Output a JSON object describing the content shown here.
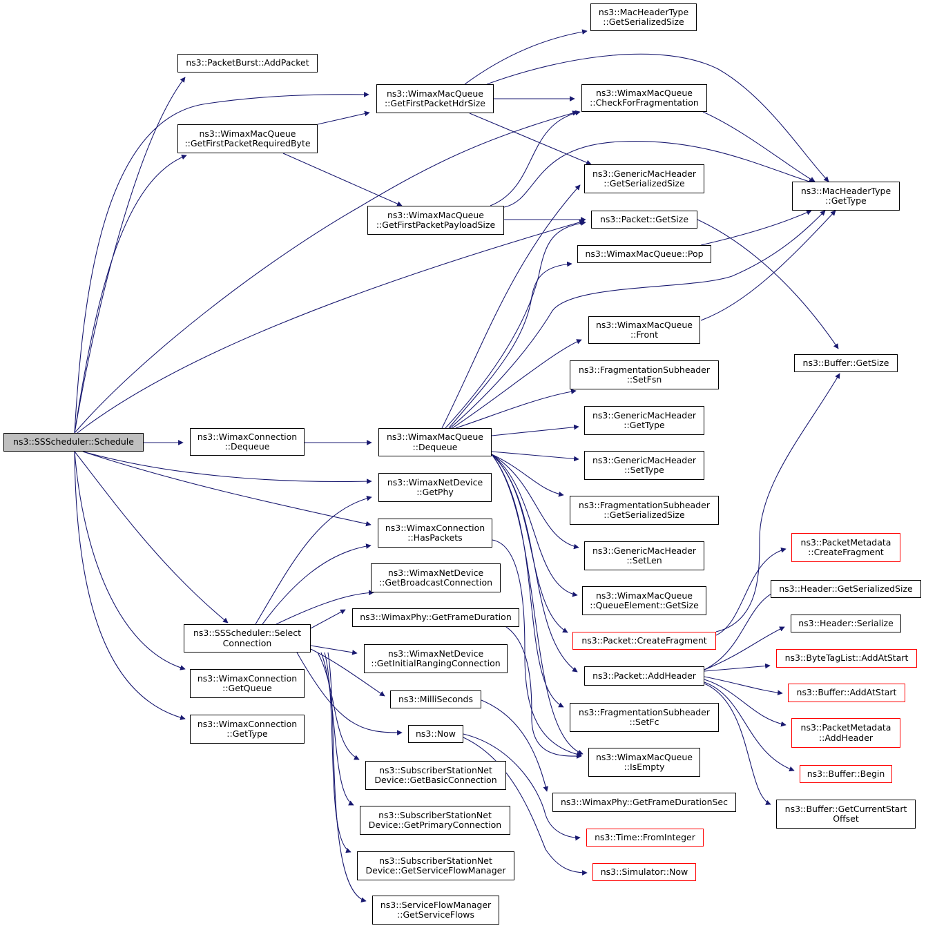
{
  "colors": {
    "edge": "#191970",
    "border": "#000000",
    "border_external": "#ff0000",
    "root_fill": "#bfbfbf"
  },
  "nodes": {
    "ss_schedule": {
      "lines": [
        "ns3::SSScheduler::Schedule"
      ]
    },
    "pb_addpacket": {
      "lines": [
        "ns3::PacketBurst::AddPacket"
      ]
    },
    "q_req_byte": {
      "lines": [
        "ns3::WimaxMacQueue",
        "::GetFirstPacketRequiredByte"
      ]
    },
    "q_hdr_size": {
      "lines": [
        "ns3::WimaxMacQueue",
        "::GetFirstPacketHdrSize"
      ]
    },
    "q_payload_size": {
      "lines": [
        "ns3::WimaxMacQueue",
        "::GetFirstPacketPayloadSize"
      ]
    },
    "mht_ser_size": {
      "lines": [
        "ns3::MacHeaderType",
        "::GetSerializedSize"
      ]
    },
    "q_check_frag": {
      "lines": [
        "ns3::WimaxMacQueue",
        "::CheckForFragmentation"
      ]
    },
    "gmh_ser_size": {
      "lines": [
        "ns3::GenericMacHeader",
        "::GetSerializedSize"
      ]
    },
    "mht_get_type": {
      "lines": [
        "ns3::MacHeaderType",
        "::GetType"
      ]
    },
    "packet_get_size": {
      "lines": [
        "ns3::Packet::GetSize"
      ]
    },
    "q_pop": {
      "lines": [
        "ns3::WimaxMacQueue::Pop"
      ]
    },
    "q_front": {
      "lines": [
        "ns3::WimaxMacQueue",
        "::Front"
      ]
    },
    "buffer_get_size": {
      "lines": [
        "ns3::Buffer::GetSize"
      ]
    },
    "fs_set_fsn": {
      "lines": [
        "ns3::FragmentationSubheader",
        "::SetFsn"
      ]
    },
    "gmh_get_type": {
      "lines": [
        "ns3::GenericMacHeader",
        "::GetType"
      ]
    },
    "gmh_set_type": {
      "lines": [
        "ns3::GenericMacHeader",
        "::SetType"
      ]
    },
    "fs_ser_size": {
      "lines": [
        "ns3::FragmentationSubheader",
        "::GetSerializedSize"
      ]
    },
    "gmh_set_len": {
      "lines": [
        "ns3::GenericMacHeader",
        "::SetLen"
      ]
    },
    "qe_get_size": {
      "lines": [
        "ns3::WimaxMacQueue",
        "::QueueElement::GetSize"
      ]
    },
    "packet_create_frag": {
      "lines": [
        "ns3::Packet::CreateFragment"
      ]
    },
    "packet_add_header": {
      "lines": [
        "ns3::Packet::AddHeader"
      ]
    },
    "fs_set_fc": {
      "lines": [
        "ns3::FragmentationSubheader",
        "::SetFc"
      ]
    },
    "q_is_empty": {
      "lines": [
        "ns3::WimaxMacQueue",
        "::IsEmpty"
      ]
    },
    "phy_frame_dur_sec": {
      "lines": [
        "ns3::WimaxPhy::GetFrameDurationSec"
      ]
    },
    "time_from_integer": {
      "lines": [
        "ns3::Time::FromInteger"
      ]
    },
    "simulator_now": {
      "lines": [
        "ns3::Simulator::Now"
      ]
    },
    "wc_dequeue": {
      "lines": [
        "ns3::WimaxConnection",
        "::Dequeue"
      ]
    },
    "q_dequeue": {
      "lines": [
        "ns3::WimaxMacQueue",
        "::Dequeue"
      ]
    },
    "nd_get_phy": {
      "lines": [
        "ns3::WimaxNetDevice",
        "::GetPhy"
      ]
    },
    "wc_has_packets": {
      "lines": [
        "ns3::WimaxConnection",
        "::HasPackets"
      ]
    },
    "nd_broadcast": {
      "lines": [
        "ns3::WimaxNetDevice",
        "::GetBroadcastConnection"
      ]
    },
    "phy_frame_dur": {
      "lines": [
        "ns3::WimaxPhy::GetFrameDuration"
      ]
    },
    "nd_init_ranging": {
      "lines": [
        "ns3::WimaxNetDevice",
        "::GetInitialRangingConnection"
      ]
    },
    "milliseconds": {
      "lines": [
        "ns3::MilliSeconds"
      ]
    },
    "now": {
      "lines": [
        "ns3::Now"
      ]
    },
    "ss_basic_conn": {
      "lines": [
        "ns3::SubscriberStationNet",
        "Device::GetBasicConnection"
      ]
    },
    "ss_primary_conn": {
      "lines": [
        "ns3::SubscriberStationNet",
        "Device::GetPrimaryConnection"
      ]
    },
    "ss_sfm": {
      "lines": [
        "ns3::SubscriberStationNet",
        "Device::GetServiceFlowManager"
      ]
    },
    "sfm_get_flows": {
      "lines": [
        "ns3::ServiceFlowManager",
        "::GetServiceFlows"
      ]
    },
    "ss_select_conn": {
      "lines": [
        "ns3::SSScheduler::Select",
        "Connection"
      ]
    },
    "wc_get_queue": {
      "lines": [
        "ns3::WimaxConnection",
        "::GetQueue"
      ]
    },
    "wc_get_type": {
      "lines": [
        "ns3::WimaxConnection",
        "::GetType"
      ]
    },
    "pm_create_frag": {
      "lines": [
        "ns3::PacketMetadata",
        "::CreateFragment"
      ]
    },
    "header_ser_size": {
      "lines": [
        "ns3::Header::GetSerializedSize"
      ]
    },
    "header_serialize": {
      "lines": [
        "ns3::Header::Serialize"
      ]
    },
    "btl_add_at_start": {
      "lines": [
        "ns3::ByteTagList::AddAtStart"
      ]
    },
    "buffer_add_at_start": {
      "lines": [
        "ns3::Buffer::AddAtStart"
      ]
    },
    "pm_add_header": {
      "lines": [
        "ns3::PacketMetadata",
        "::AddHeader"
      ]
    },
    "buffer_begin": {
      "lines": [
        "ns3::Buffer::Begin"
      ]
    },
    "buffer_cur_start": {
      "lines": [
        "ns3::Buffer::GetCurrentStart",
        "Offset"
      ]
    }
  }
}
